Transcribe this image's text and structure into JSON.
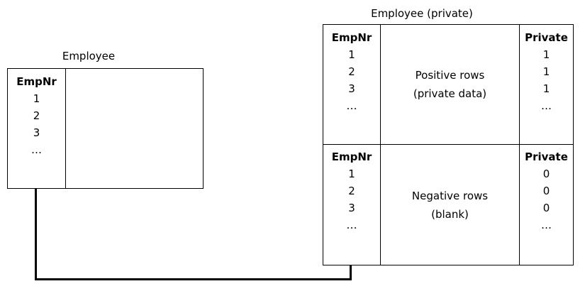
{
  "employee_table": {
    "title": "Employee",
    "column_header": "EmpNr",
    "rows": [
      "1",
      "2",
      "3",
      "…"
    ]
  },
  "private_table": {
    "title": "Employee (private)",
    "positive_section": {
      "left_header": "EmpNr",
      "left_rows": [
        "1",
        "2",
        "3",
        "…"
      ],
      "center_line1": "Positive rows",
      "center_line2": "(private data)",
      "right_header": "Private",
      "right_rows": [
        "1",
        "1",
        "1",
        "…"
      ]
    },
    "negative_section": {
      "left_header": "EmpNr",
      "left_rows": [
        "1",
        "2",
        "3",
        "…"
      ],
      "center_line1": "Negative rows",
      "center_line2": "(blank)",
      "right_header": "Private",
      "right_rows": [
        "0",
        "0",
        "0",
        "…"
      ]
    }
  }
}
